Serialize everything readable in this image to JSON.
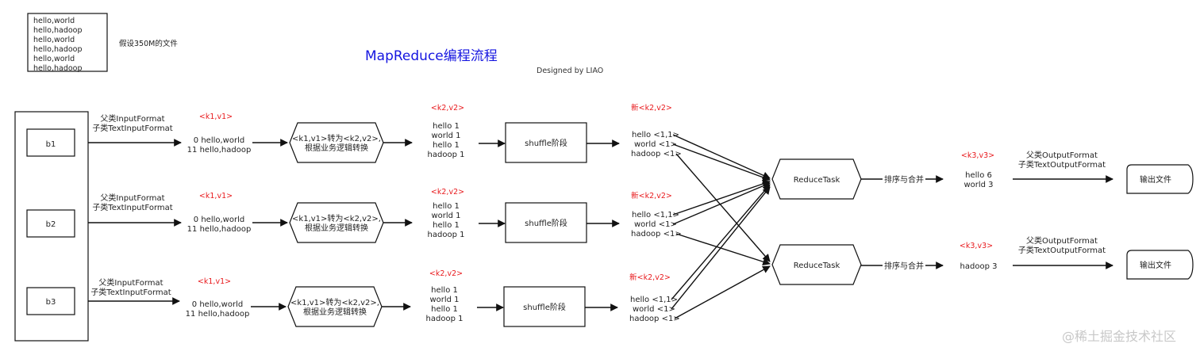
{
  "title": "MapReduce编程流程",
  "subtitle": "Designed by LIAO",
  "sample_file": {
    "lines": [
      "hello,world",
      "hello,hadoop",
      "hello,world",
      "hello,hadoop",
      "hello,world",
      "hello,hadoop"
    ],
    "note": "假设350M的文件"
  },
  "rows": [
    {
      "block": "b1",
      "input_format": [
        "父类InputFormat",
        "子类TextInputFormat"
      ],
      "kv1_label": "<k1,v1>",
      "kv1_lines": [
        "0 hello,world",
        "11 hello,hadoop"
      ],
      "mapper": [
        "<k1,v1>转为<k2,v2>,",
        "根据业务逻辑转换"
      ],
      "kv2_label": "<k2,v2>",
      "kv2_lines": [
        "hello 1",
        "world 1",
        "hello 1",
        "hadoop 1"
      ],
      "shuffle": "shuffle阶段",
      "new_kv2_label": "新<k2,v2>",
      "new_kv2_lines": [
        "hello <1,1>",
        "world <1>",
        "hadoop <1>"
      ]
    },
    {
      "block": "b2",
      "input_format": [
        "父类InputFormat",
        "子类TextInputFormat"
      ],
      "kv1_label": "<k1,v1>",
      "kv1_lines": [
        "0 hello,world",
        "11 hello,hadoop"
      ],
      "mapper": [
        "<k1,v1>转为<k2,v2>,",
        "根据业务逻辑转换"
      ],
      "kv2_label": "<k2,v2>",
      "kv2_lines": [
        "hello 1",
        "world 1",
        "hello 1",
        "hadoop 1"
      ],
      "shuffle": "shuffle阶段",
      "new_kv2_label": "新<k2,v2>",
      "new_kv2_lines": [
        "hello <1,1>",
        "world <1>",
        "hadoop <1>"
      ]
    },
    {
      "block": "b3",
      "input_format": [
        "父类InputFormat",
        "子类TextInputFormat"
      ],
      "kv1_label": "<k1,v1>",
      "kv1_lines": [
        "0 hello,world",
        "11 hello,hadoop"
      ],
      "mapper": [
        "<k1,v1>转为<k2,v2>,",
        "根据业务逻辑转换"
      ],
      "kv2_label": "<k2,v2>",
      "kv2_lines": [
        "hello 1",
        "world 1",
        "hello 1",
        "hadoop 1"
      ],
      "shuffle": "shuffle阶段",
      "new_kv2_label": "新<k2,v2>",
      "new_kv2_lines": [
        "hello <1,1>",
        "world <1>",
        "hadoop <1>"
      ]
    }
  ],
  "reducers": [
    {
      "label": "ReduceTask",
      "sort_merge": "排序与合并",
      "kv3_label": "<k3,v3>",
      "kv3_lines": [
        "hello 6",
        "world 3"
      ],
      "output_format": [
        "父类OutputFormat",
        "子类TextOutputFormat"
      ],
      "output": "输出文件"
    },
    {
      "label": "ReduceTask",
      "sort_merge": "排序与合并",
      "kv3_label": "<k3,v3>",
      "kv3_lines": [
        "hadoop 3"
      ],
      "output_format": [
        "父类OutputFormat",
        "子类TextOutputFormat"
      ],
      "output": "输出文件"
    }
  ],
  "watermark": "@稀土掘金技术社区"
}
